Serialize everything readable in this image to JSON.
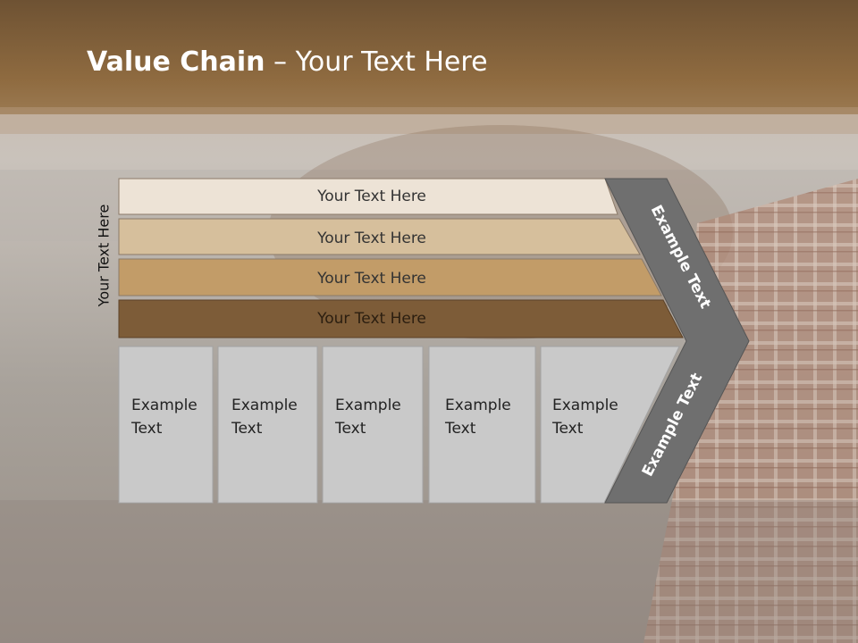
{
  "title": {
    "bold": "Value Chain",
    "rest": " – Your Text Here"
  },
  "side_label": "Your Text Here",
  "bars": [
    {
      "label": "Your Text Here",
      "color": "#ede3d6"
    },
    {
      "label": "Your Text Here",
      "color": "#d6bf9c"
    },
    {
      "label": "Your Text Here",
      "color": "#c29c68"
    },
    {
      "label": "Your Text Here",
      "color": "#7d5c38"
    }
  ],
  "boxes": [
    {
      "line1": "Example",
      "line2": "Text"
    },
    {
      "line1": "Example",
      "line2": "Text"
    },
    {
      "line1": "Example",
      "line2": "Text"
    },
    {
      "line1": "Example",
      "line2": "Text"
    },
    {
      "line1": "Example",
      "line2": "Text"
    }
  ],
  "chevron": {
    "upper_text": "Example Text",
    "lower_text": "Example Text",
    "color": "#6f6f6f"
  },
  "colors": {
    "header": "#7a5a33",
    "box_fill": "#c9c9c9",
    "box_stroke": "#a3a3a3"
  }
}
